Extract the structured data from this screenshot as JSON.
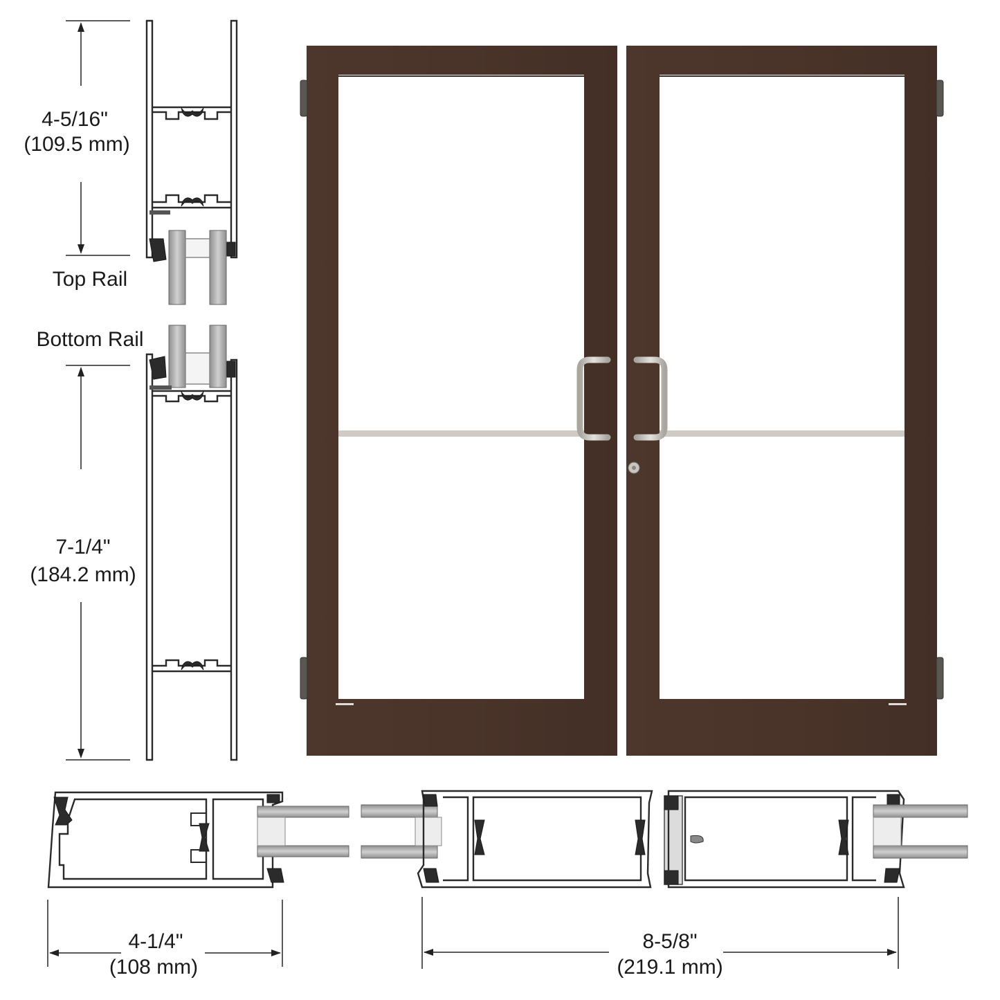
{
  "diagram": {
    "subject": "Double glass entrance door with cross-section profiles",
    "colors": {
      "door_finish": "#4a342b",
      "door_finish_highlight": "#5a4236",
      "glass": "#ffffff",
      "hardware": "#c9c6c0",
      "line": "#2a2a2a"
    },
    "top_rail": {
      "label": "Top Rail",
      "dimension_in": "4-5/16\"",
      "dimension_mm": "(109.5 mm)"
    },
    "bottom_rail": {
      "label": "Bottom Rail",
      "dimension_in": "7-1/4\"",
      "dimension_mm": "(184.2 mm)"
    },
    "hinge_stile": {
      "dimension_in": "4-1/4\"",
      "dimension_mm": "(108 mm)"
    },
    "meeting_stiles": {
      "dimension_in": "8-5/8\"",
      "dimension_mm": "(219.1 mm)"
    },
    "doors": [
      {
        "name": "left-door",
        "handle": "pull-handle",
        "mid_rail": true
      },
      {
        "name": "right-door",
        "handle": "pull-handle",
        "mid_rail": true,
        "lock": "cylinder-lock"
      }
    ]
  }
}
